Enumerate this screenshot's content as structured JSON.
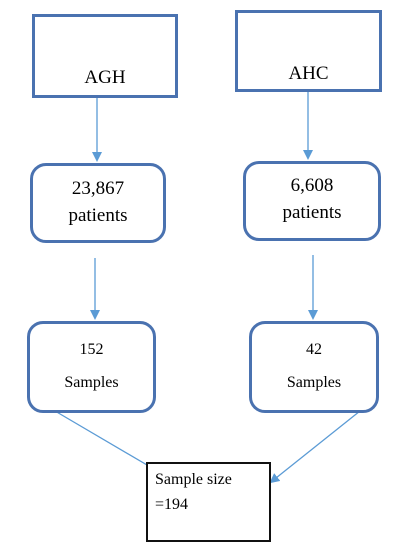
{
  "nodes": {
    "agh": {
      "label": "AGH"
    },
    "ahc": {
      "label": "AHC"
    },
    "agh_patients": {
      "count": "23,867",
      "unit": "patients"
    },
    "ahc_patients": {
      "count": "6,608",
      "unit": "patients"
    },
    "agh_samples": {
      "count": "152",
      "unit": "Samples"
    },
    "ahc_samples": {
      "count": "42",
      "unit": "Samples"
    },
    "sample_size": {
      "line1": "Sample size",
      "line2": "=194"
    }
  },
  "colors": {
    "border": "#4a72b0",
    "arrow": "#5b9bd5",
    "final_border": "#111111"
  }
}
